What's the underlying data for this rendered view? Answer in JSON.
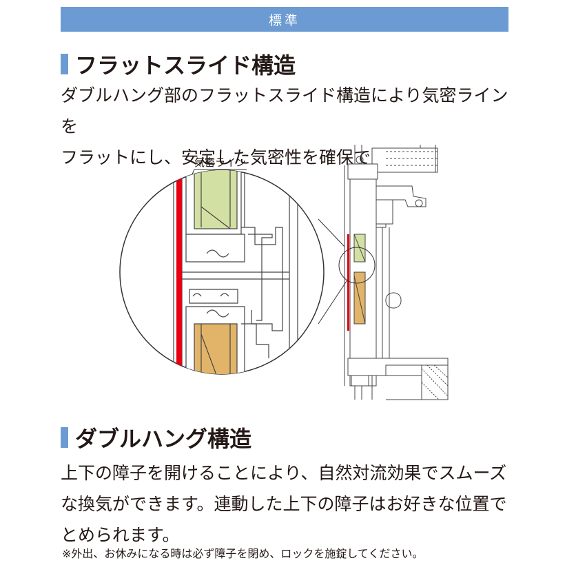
{
  "banner": {
    "label": "標準"
  },
  "section1": {
    "title": "フラットスライド構造",
    "text": "ダブルハング部のフラットスライド構造により気密ラインを\nフラットにし、安定した気密性を確保できます。"
  },
  "diagram": {
    "callout_label": "気密ライン",
    "colors": {
      "airtight_line": "#e60012",
      "upper_glass": "#d3e0a4",
      "lower_glass": "#e2b46a",
      "frame": "#555555"
    }
  },
  "section2": {
    "title": "ダブルハング構造",
    "text": "上下の障子を開けることにより、自然対流効果でスムーズ\nな換気ができます。連動した上下の障子はお好きな位置で\nとめられます。"
  },
  "note": {
    "text": "※外出、お休みになる時は必ず障子を閉め、ロックを施錠してください。"
  }
}
